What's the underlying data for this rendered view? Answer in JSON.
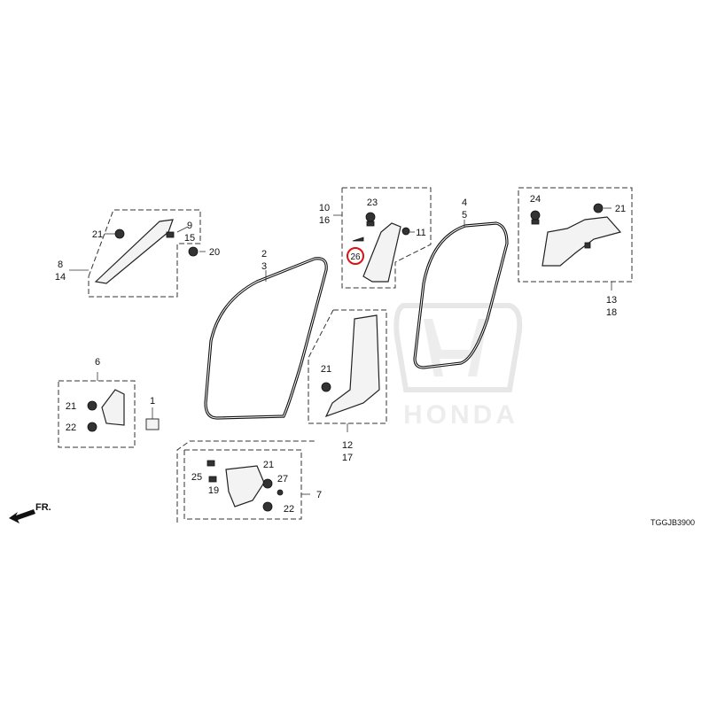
{
  "diagram": {
    "code": "TGGJB3900",
    "direction": "FR.",
    "watermark": "HONDA",
    "highlight_color": "#dd1111",
    "highlighted_part": "26",
    "callouts": {
      "c1": "1",
      "c2": "2",
      "c3": "3",
      "c4": "4",
      "c5": "5",
      "c6": "6",
      "c7": "7",
      "c8": "8",
      "c9": "9",
      "c10": "10",
      "c11": "11",
      "c12": "12",
      "c13": "13",
      "c14": "14",
      "c15": "15",
      "c16": "16",
      "c17": "17",
      "c18": "18",
      "c19": "19",
      "c20": "20",
      "c21": "21",
      "c22": "22",
      "c23": "23",
      "c24": "24",
      "c25": "25",
      "c26": "26",
      "c27": "27"
    }
  }
}
